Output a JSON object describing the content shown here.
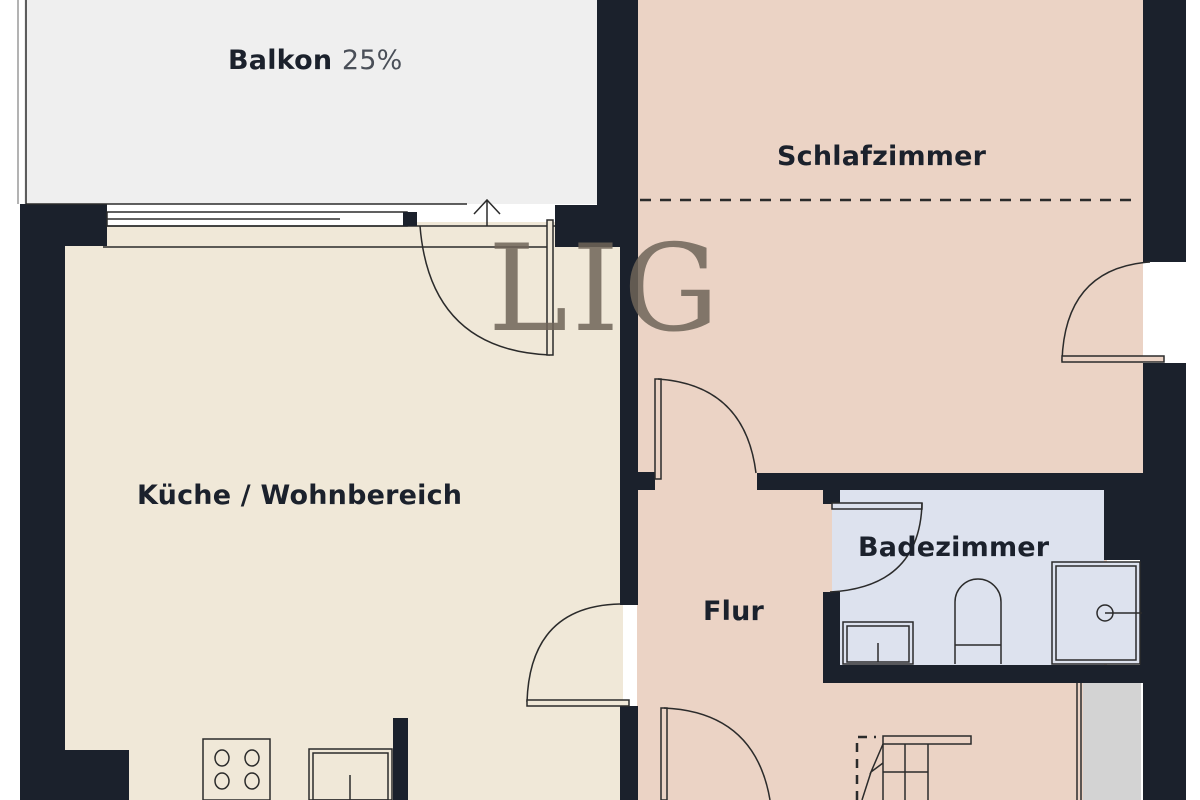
{
  "floorplan": {
    "rooms": [
      {
        "id": "balkon",
        "name": "Balkon",
        "suffix": "25%",
        "color": "#efefef"
      },
      {
        "id": "schlafzimmer",
        "name": "Schlafzimmer",
        "color": "#ebd3c5"
      },
      {
        "id": "kueche",
        "name": "Küche / Wohnbereich",
        "color": "#f0e8d8"
      },
      {
        "id": "flur",
        "name": "Flur",
        "color": "#ebd3c5"
      },
      {
        "id": "badezimmer",
        "name": "Badezimmer",
        "color": "#dde2ee"
      }
    ],
    "watermark": "LIG",
    "colors": {
      "wall": "#1b212c",
      "balkon": "#efefef",
      "schlafzimmer": "#ebd3c5",
      "kueche": "#f0e8d8",
      "flur": "#ebd3c5",
      "badezimmer": "#dde2ee",
      "storage": "#d3d3d3"
    }
  }
}
